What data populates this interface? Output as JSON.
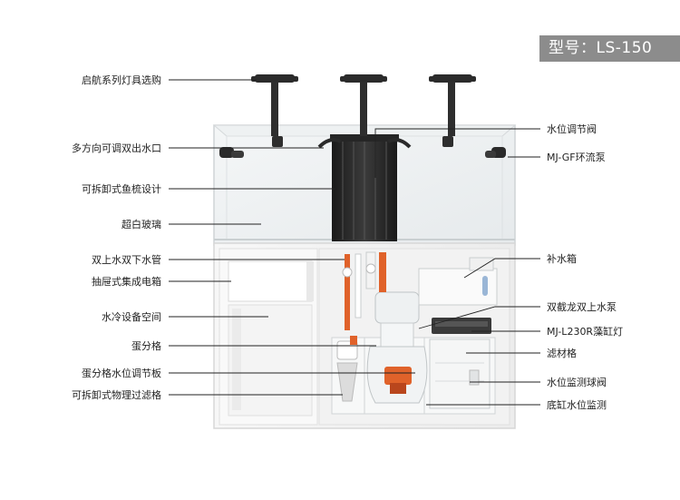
{
  "model_badge": "型号：LS-150",
  "callouts_left": [
    {
      "id": "lights",
      "text": "启航系列灯具选购"
    },
    {
      "id": "dual-outlet",
      "text": "多方向可调双出水口"
    },
    {
      "id": "comb",
      "text": "可拆卸式鱼梳设计"
    },
    {
      "id": "glass",
      "text": "超白玻璃"
    },
    {
      "id": "pipes",
      "text": "双上水双下水管"
    },
    {
      "id": "drawer-box",
      "text": "抽屉式集成电箱"
    },
    {
      "id": "chiller-space",
      "text": "水冷设备空间"
    },
    {
      "id": "skimmer-chamber",
      "text": "蛋分格"
    },
    {
      "id": "level-plate",
      "text": "蛋分格水位调节板"
    },
    {
      "id": "filter",
      "text": "可拆卸式物理过滤格"
    }
  ],
  "callouts_right": [
    {
      "id": "level-valve",
      "text": "水位调节阀"
    },
    {
      "id": "gf-pump",
      "text": "MJ-GF环流泵"
    },
    {
      "id": "ato-box",
      "text": "补水箱"
    },
    {
      "id": "return-pump",
      "text": "双截龙双上水泵"
    },
    {
      "id": "refugium-light",
      "text": "MJ-L230R藻缸灯"
    },
    {
      "id": "media",
      "text": "滤材格"
    },
    {
      "id": "ball-valve",
      "text": "水位监测球阀"
    },
    {
      "id": "sump-monitor",
      "text": "底缸水位监测"
    }
  ],
  "colors": {
    "badge_bg": "#8c8c8c",
    "orange": "#e0622a",
    "dark": "#2b2b2b",
    "line": "#222222"
  }
}
